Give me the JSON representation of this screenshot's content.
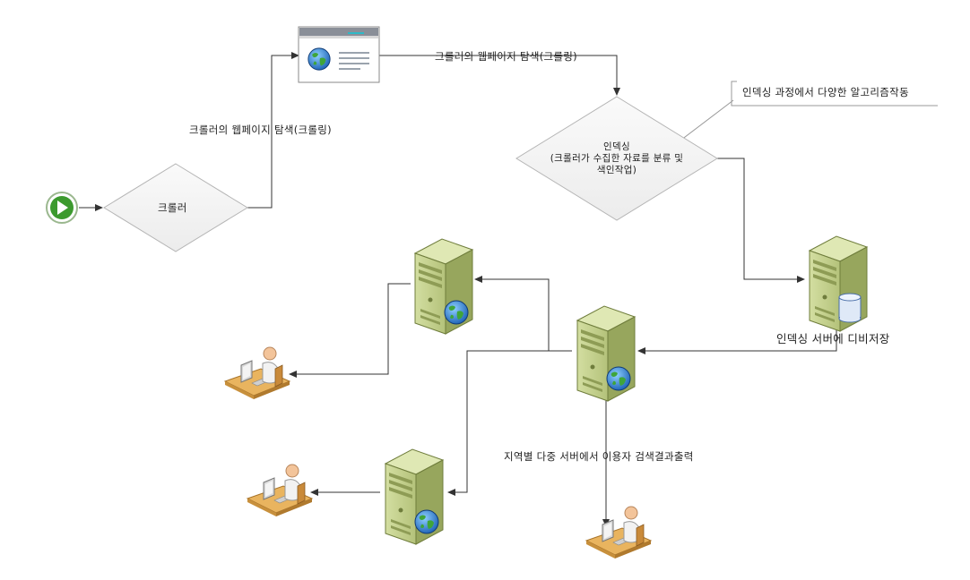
{
  "labels": {
    "crawl_to_page": "크롤러의 웹페이지 탐색(크롤링)",
    "page_to_indexing": "크롤러의 웹페이지 탐색(크롤링)",
    "annotation": "인덱싱 과정에서 다양한 알고리즘작동",
    "crawler": "크롤러",
    "indexing_title": "인덱싱",
    "indexing_line1": "(크롤러가 수집한 자료를 분류 및",
    "indexing_line2": "색인작업)",
    "db_server": "인덱싱 서버에 디비저장",
    "regional": "지역별 다중 서버에서 이용자 검색결과출력"
  },
  "colors": {
    "server_body": "#c3d08e",
    "server_side": "#8f9f55",
    "start_fill": "#3c9a2e",
    "diamond_fill": "#f4f4f4",
    "line": "#333333"
  }
}
